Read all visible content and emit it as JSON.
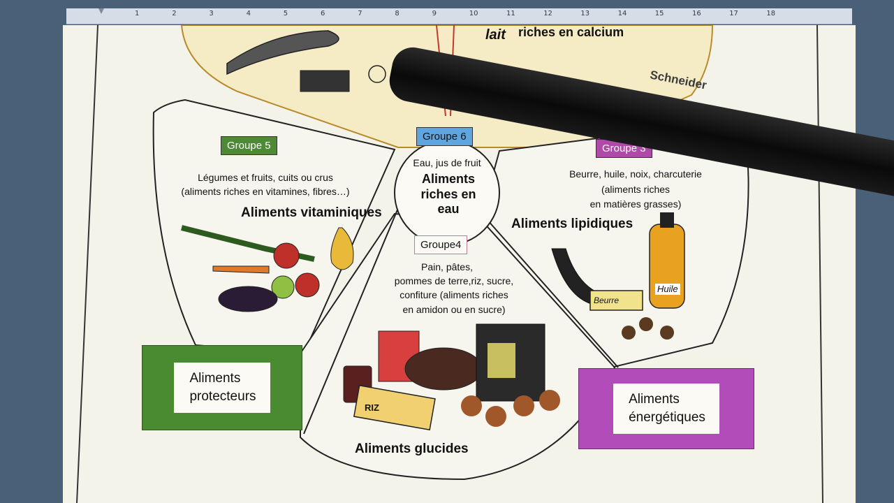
{
  "ruler": {
    "ticks": [
      "1",
      "2",
      "3",
      "4",
      "5",
      "6",
      "7",
      "8",
      "9",
      "10",
      "11",
      "12",
      "13",
      "14",
      "15",
      "16",
      "17",
      "18"
    ]
  },
  "top_text": "riches en calcium",
  "top_logo": "lait",
  "center": {
    "group": "Groupe 6",
    "desc": "Eau, jus de fruit",
    "title": "Aliments riches en eau"
  },
  "group5": {
    "group": "Groupe 5",
    "desc_line1": "Légumes et fruits, cuits ou crus",
    "desc_line2": "(aliments riches en vitamines, fibres…)",
    "title": "Aliments vitaminiques"
  },
  "group3": {
    "group": "Groupe 3",
    "desc_line1": "Beurre, huile, noix, charcuterie",
    "desc_line2": "(aliments riches",
    "desc_line3": "en matières grasses)",
    "title": "Aliments lipidiques",
    "bottle_label": "Huile",
    "butter_label": "Beurre"
  },
  "group4": {
    "group": "Groupe4",
    "desc_line1": "Pain, pâtes,",
    "desc_line2": "pommes de terre,riz, sucre,",
    "desc_line3": "confiture (aliments riches",
    "desc_line4": "en amidon ou en sucre)",
    "title": "Aliments glucides",
    "rice_label": "RIZ"
  },
  "box_protecteurs": {
    "line1": "Aliments",
    "line2": "protecteurs"
  },
  "box_energetiques": {
    "line1": "Aliments",
    "line2": "énergétiques"
  },
  "pen_brand": "Schneider",
  "colors": {
    "group5": "#4e8a36",
    "group3": "#b04aa8",
    "group6": "#5fa6e0",
    "box_green": "#4a8a30",
    "box_purple": "#b24cb8"
  }
}
